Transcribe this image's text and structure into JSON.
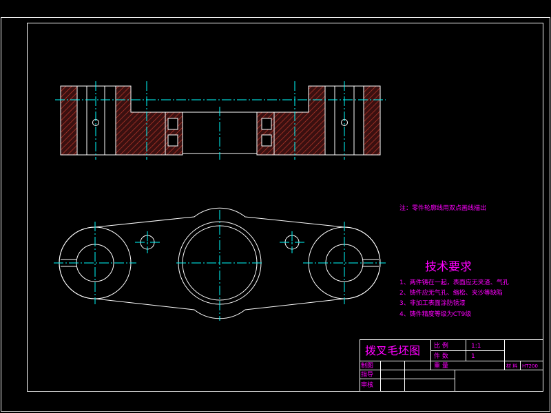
{
  "note": "注：零件轮廓线用双点画线描出",
  "tech_req": {
    "title": "技术要求",
    "items": [
      "1、两件铸在一起，表面应无夹渣、气孔",
      "2、铸件应无气孔、缩松、夹沙等缺陷",
      "3、非加工表面涂防锈漆",
      "4、铸件精度等级为CT9级"
    ]
  },
  "title_block": {
    "drawing_name": "拨叉毛坯图",
    "scale_label": "比 例",
    "scale_value": "1:1",
    "count_label": "件 数",
    "count_value": "1",
    "weight_label": "重 量",
    "material_label": "材 料",
    "material_value": "HT200",
    "drawn_label": "制图",
    "guide_label": "指导",
    "review_label": "审核"
  },
  "colors": {
    "background": "#000000",
    "outline": "#ffffff",
    "centerline": "#00ffff",
    "hatch": "#c0392b",
    "hatch_fill": "#3a1010",
    "text": "#ff00ff"
  }
}
